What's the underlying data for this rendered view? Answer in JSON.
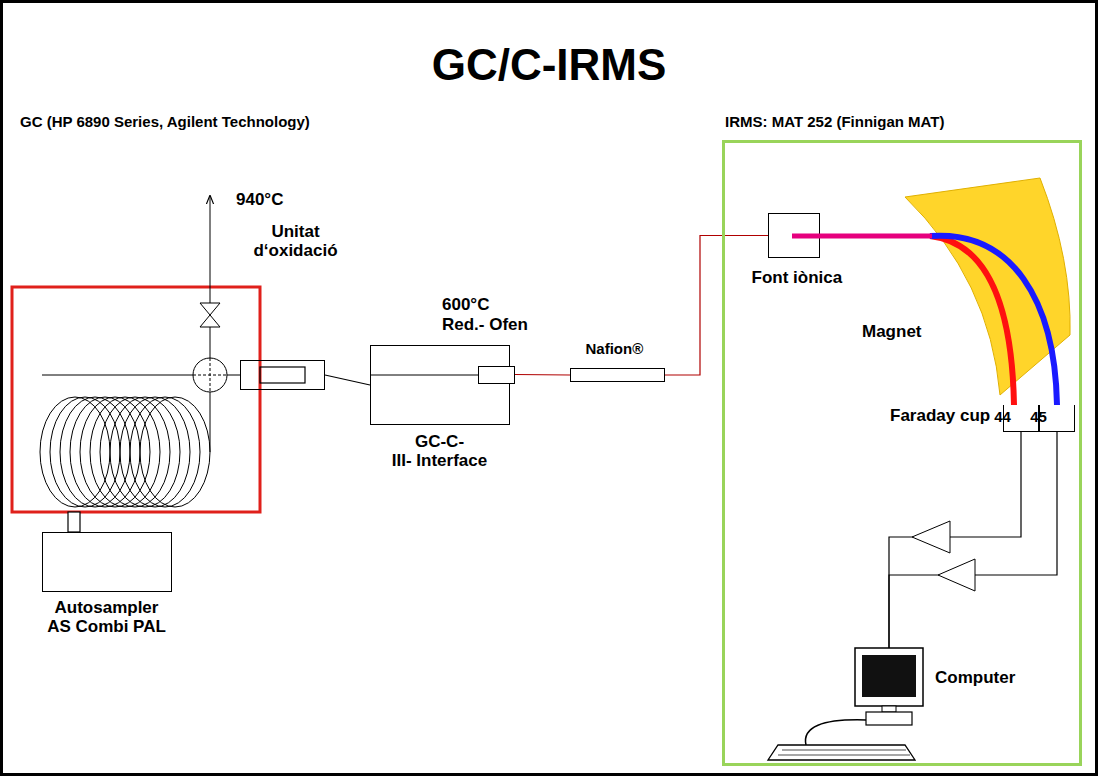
{
  "diagram": {
    "title": "GC/C-IRMS",
    "nodes": [
      {
        "text": [
          "Autosampler AS Combi PAL"
        ]
      },
      {
        "text": [
          "Unitat d‘oxidació"
        ]
      },
      {
        "text": [
          "GC-C-III- Interface"
        ]
      },
      {
        "text": [
          "600°C Red.- Ofen"
        ],
        "in": 2
      },
      {
        "text": [
          "Nafion®"
        ]
      },
      {
        "text": [
          "IRMS: MAT 252 (Finnigan MAT)"
        ]
      },
      {
        "text": [
          "Font iònica"
        ],
        "in": 5
      },
      {
        "text": [
          "Magnet"
        ],
        "in": 5
      },
      {
        "text": [
          "44"
        ],
        "in": 5
      },
      {
        "text": [
          "45"
        ],
        "in": 5
      },
      {
        "text": [
          "Computer"
        ],
        "in": 5
      }
    ],
    "edges": [
      {
        "from": 1,
        "to": 2,
        "arrow": "none"
      },
      {
        "from": 3,
        "to": 4,
        "arrow": "none"
      },
      {
        "from": 4,
        "to": 6,
        "arrow": "none"
      },
      {
        "from": 8,
        "to": 10,
        "arrow": "none"
      },
      {
        "from": 9,
        "to": 10,
        "arrow": "none"
      }
    ],
    "labels": [
      "GC (HP 6890 Series, Agilent Technology)",
      "940°C",
      "Faraday cup"
    ]
  }
}
